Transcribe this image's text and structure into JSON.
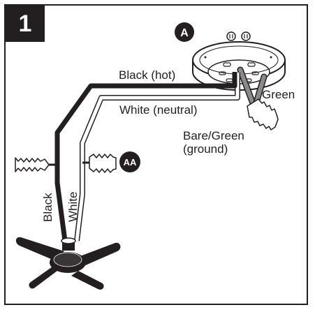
{
  "step_number": "1",
  "callouts": {
    "a": "A",
    "aa": "AA"
  },
  "labels": {
    "black_hot": "Black (hot)",
    "white_neutral": "White (neutral)",
    "green": "Green",
    "bare_green": "Bare/Green",
    "ground": "(ground)",
    "black": "Black",
    "white": "White"
  },
  "colors": {
    "ink": "#231f20",
    "ground_wire": "#8a8a8a",
    "white": "#ffffff"
  }
}
